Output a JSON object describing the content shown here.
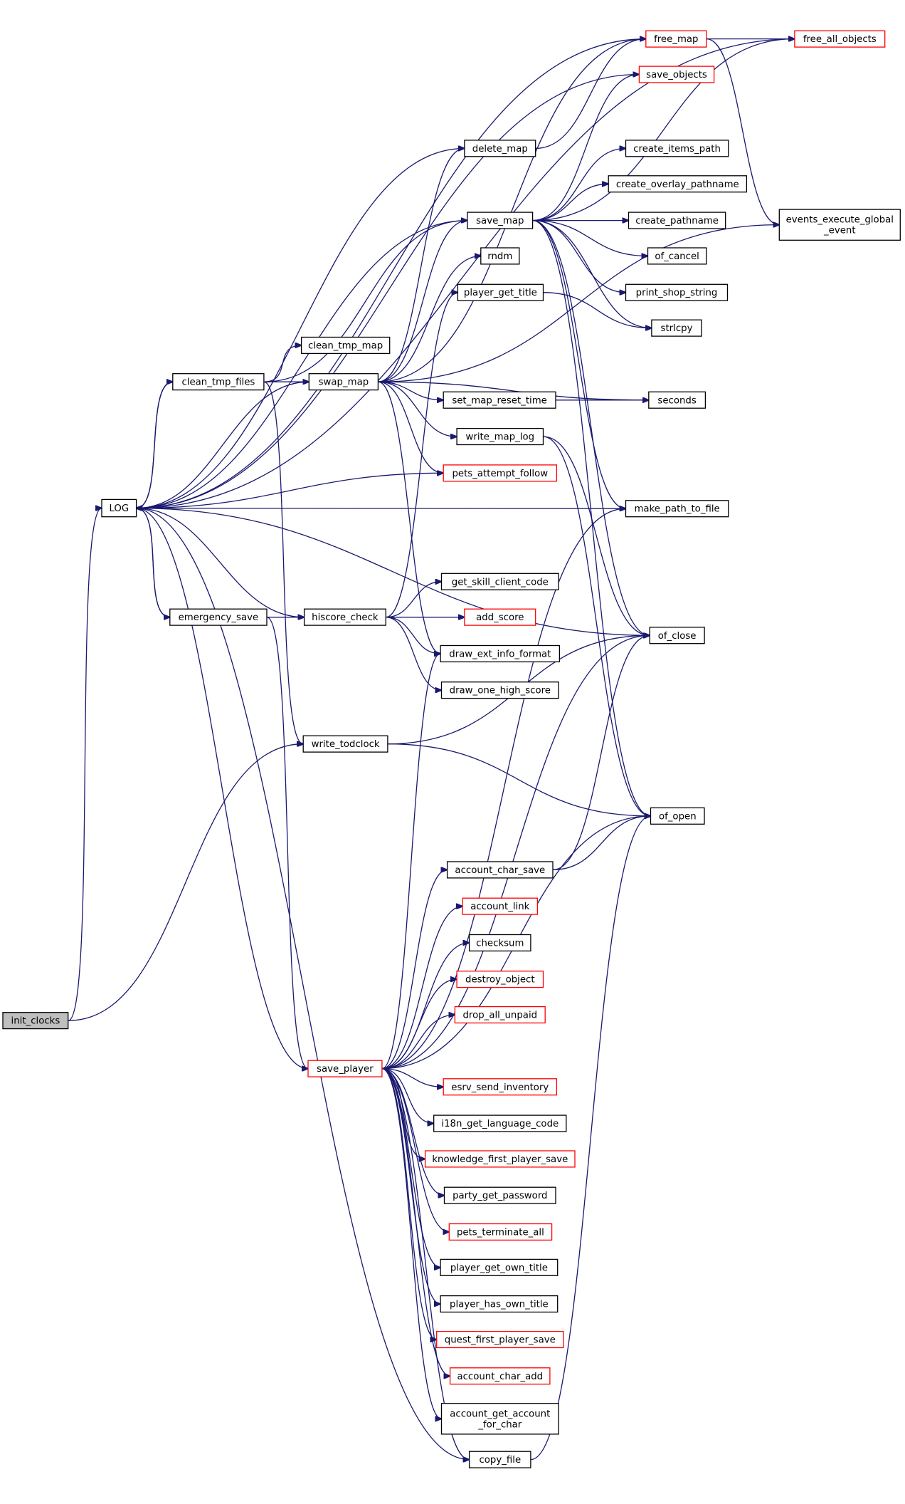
{
  "nodes": [
    {
      "id": "init_clocks",
      "label": [
        "init_clocks"
      ],
      "style": "root"
    },
    {
      "id": "LOG",
      "label": [
        "LOG"
      ],
      "style": "normal"
    },
    {
      "id": "write_todclock",
      "label": [
        "write_todclock"
      ],
      "style": "normal"
    },
    {
      "id": "clean_tmp_files",
      "label": [
        "clean_tmp_files"
      ],
      "style": "normal"
    },
    {
      "id": "emergency_save",
      "label": [
        "emergency_save"
      ],
      "style": "normal"
    },
    {
      "id": "save_player",
      "label": [
        "save_player"
      ],
      "style": "red"
    },
    {
      "id": "swap_map",
      "label": [
        "swap_map"
      ],
      "style": "normal"
    },
    {
      "id": "clean_tmp_map",
      "label": [
        "clean_tmp_map"
      ],
      "style": "normal"
    },
    {
      "id": "hiscore_check",
      "label": [
        "hiscore_check"
      ],
      "style": "normal"
    },
    {
      "id": "delete_map",
      "label": [
        "delete_map"
      ],
      "style": "normal"
    },
    {
      "id": "save_map",
      "label": [
        "save_map"
      ],
      "style": "normal"
    },
    {
      "id": "rndm",
      "label": [
        "rndm"
      ],
      "style": "normal"
    },
    {
      "id": "player_get_title",
      "label": [
        "player_get_title"
      ],
      "style": "normal"
    },
    {
      "id": "set_map_reset_time",
      "label": [
        "set_map_reset_time"
      ],
      "style": "normal"
    },
    {
      "id": "write_map_log",
      "label": [
        "write_map_log"
      ],
      "style": "normal"
    },
    {
      "id": "pets_attempt_follow",
      "label": [
        "pets_attempt_follow"
      ],
      "style": "red"
    },
    {
      "id": "get_skill_client_code",
      "label": [
        "get_skill_client_code"
      ],
      "style": "normal"
    },
    {
      "id": "add_score",
      "label": [
        "add_score"
      ],
      "style": "red"
    },
    {
      "id": "draw_ext_info_format",
      "label": [
        "draw_ext_info_format"
      ],
      "style": "normal"
    },
    {
      "id": "draw_one_high_score",
      "label": [
        "draw_one_high_score"
      ],
      "style": "normal"
    },
    {
      "id": "account_char_save",
      "label": [
        "account_char_save"
      ],
      "style": "normal"
    },
    {
      "id": "account_link",
      "label": [
        "account_link"
      ],
      "style": "red"
    },
    {
      "id": "checksum",
      "label": [
        "checksum"
      ],
      "style": "normal"
    },
    {
      "id": "destroy_object",
      "label": [
        "destroy_object"
      ],
      "style": "red"
    },
    {
      "id": "drop_all_unpaid",
      "label": [
        "drop_all_unpaid"
      ],
      "style": "red"
    },
    {
      "id": "esrv_send_inventory",
      "label": [
        "esrv_send_inventory"
      ],
      "style": "red"
    },
    {
      "id": "i18n_get_language_code",
      "label": [
        "i18n_get_language_code"
      ],
      "style": "normal"
    },
    {
      "id": "knowledge_first_player_save",
      "label": [
        "knowledge_first_player_save"
      ],
      "style": "red"
    },
    {
      "id": "party_get_password",
      "label": [
        "party_get_password"
      ],
      "style": "normal"
    },
    {
      "id": "pets_terminate_all",
      "label": [
        "pets_terminate_all"
      ],
      "style": "red"
    },
    {
      "id": "player_get_own_title",
      "label": [
        "player_get_own_title"
      ],
      "style": "normal"
    },
    {
      "id": "player_has_own_title",
      "label": [
        "player_has_own_title"
      ],
      "style": "normal"
    },
    {
      "id": "quest_first_player_save",
      "label": [
        "quest_first_player_save"
      ],
      "style": "red"
    },
    {
      "id": "account_char_add",
      "label": [
        "account_char_add"
      ],
      "style": "red"
    },
    {
      "id": "account_get_account_for_char",
      "label": [
        "account_get_account",
        "_for_char"
      ],
      "style": "normal"
    },
    {
      "id": "copy_file",
      "label": [
        "copy_file"
      ],
      "style": "normal"
    },
    {
      "id": "free_map",
      "label": [
        "free_map"
      ],
      "style": "red"
    },
    {
      "id": "save_objects",
      "label": [
        "save_objects"
      ],
      "style": "red"
    },
    {
      "id": "create_items_path",
      "label": [
        "create_items_path"
      ],
      "style": "normal"
    },
    {
      "id": "create_overlay_pathname",
      "label": [
        "create_overlay_pathname"
      ],
      "style": "normal"
    },
    {
      "id": "create_pathname",
      "label": [
        "create_pathname"
      ],
      "style": "normal"
    },
    {
      "id": "of_cancel",
      "label": [
        "of_cancel"
      ],
      "style": "normal"
    },
    {
      "id": "print_shop_string",
      "label": [
        "print_shop_string"
      ],
      "style": "normal"
    },
    {
      "id": "strlcpy",
      "label": [
        "strlcpy"
      ],
      "style": "normal"
    },
    {
      "id": "seconds",
      "label": [
        "seconds"
      ],
      "style": "normal"
    },
    {
      "id": "make_path_to_file",
      "label": [
        "make_path_to_file"
      ],
      "style": "normal"
    },
    {
      "id": "of_close",
      "label": [
        "of_close"
      ],
      "style": "normal"
    },
    {
      "id": "of_open",
      "label": [
        "of_open"
      ],
      "style": "normal"
    },
    {
      "id": "free_all_objects",
      "label": [
        "free_all_objects"
      ],
      "style": "red"
    },
    {
      "id": "events_execute_global_event",
      "label": [
        "events_execute_global",
        "_event"
      ],
      "style": "normal"
    }
  ],
  "edges": [
    [
      "init_clocks",
      "LOG"
    ],
    [
      "init_clocks",
      "write_todclock"
    ],
    [
      "write_todclock",
      "of_close"
    ],
    [
      "write_todclock",
      "of_open"
    ],
    [
      "LOG",
      "clean_tmp_files"
    ],
    [
      "LOG",
      "emergency_save"
    ],
    [
      "clean_tmp_files",
      "LOG"
    ],
    [
      "clean_tmp_files",
      "clean_tmp_map"
    ],
    [
      "clean_tmp_files",
      "swap_map"
    ],
    [
      "clean_tmp_files",
      "write_todclock"
    ],
    [
      "clean_tmp_files",
      "save_map"
    ],
    [
      "emergency_save",
      "LOG"
    ],
    [
      "emergency_save",
      "hiscore_check"
    ],
    [
      "emergency_save",
      "save_player"
    ],
    [
      "swap_map",
      "LOG"
    ],
    [
      "swap_map",
      "delete_map"
    ],
    [
      "swap_map",
      "save_map"
    ],
    [
      "swap_map",
      "rndm"
    ],
    [
      "swap_map",
      "set_map_reset_time"
    ],
    [
      "swap_map",
      "write_map_log"
    ],
    [
      "swap_map",
      "pets_attempt_follow"
    ],
    [
      "swap_map",
      "seconds"
    ],
    [
      "swap_map",
      "draw_ext_info_format"
    ],
    [
      "swap_map",
      "events_execute_global_event"
    ],
    [
      "swap_map",
      "free_map"
    ],
    [
      "hiscore_check",
      "LOG"
    ],
    [
      "hiscore_check",
      "player_get_title"
    ],
    [
      "hiscore_check",
      "get_skill_client_code"
    ],
    [
      "hiscore_check",
      "add_score"
    ],
    [
      "hiscore_check",
      "draw_ext_info_format"
    ],
    [
      "hiscore_check",
      "draw_one_high_score"
    ],
    [
      "delete_map",
      "LOG"
    ],
    [
      "delete_map",
      "free_map"
    ],
    [
      "save_map",
      "LOG"
    ],
    [
      "save_map",
      "save_objects"
    ],
    [
      "save_map",
      "create_items_path"
    ],
    [
      "save_map",
      "create_overlay_pathname"
    ],
    [
      "save_map",
      "create_pathname"
    ],
    [
      "save_map",
      "of_cancel"
    ],
    [
      "save_map",
      "print_shop_string"
    ],
    [
      "save_map",
      "strlcpy"
    ],
    [
      "save_map",
      "make_path_to_file"
    ],
    [
      "save_map",
      "of_close"
    ],
    [
      "save_map",
      "of_open"
    ],
    [
      "save_map",
      "free_all_objects"
    ],
    [
      "player_get_title",
      "strlcpy"
    ],
    [
      "set_map_reset_time",
      "seconds"
    ],
    [
      "write_map_log",
      "of_close"
    ],
    [
      "write_map_log",
      "of_open"
    ],
    [
      "pets_attempt_follow",
      "LOG"
    ],
    [
      "free_map",
      "LOG"
    ],
    [
      "free_map",
      "free_all_objects"
    ],
    [
      "free_map",
      "events_execute_global_event"
    ],
    [
      "free_all_objects",
      "LOG"
    ],
    [
      "save_objects",
      "LOG"
    ],
    [
      "make_path_to_file",
      "LOG"
    ],
    [
      "of_close",
      "LOG"
    ],
    [
      "account_char_save",
      "of_close"
    ],
    [
      "account_char_save",
      "of_open"
    ],
    [
      "save_player",
      "LOG"
    ],
    [
      "save_player",
      "draw_ext_info_format"
    ],
    [
      "save_player",
      "make_path_to_file"
    ],
    [
      "save_player",
      "of_close"
    ],
    [
      "save_player",
      "of_open"
    ],
    [
      "save_player",
      "account_char_save"
    ],
    [
      "save_player",
      "account_link"
    ],
    [
      "save_player",
      "checksum"
    ],
    [
      "save_player",
      "destroy_object"
    ],
    [
      "save_player",
      "drop_all_unpaid"
    ],
    [
      "save_player",
      "esrv_send_inventory"
    ],
    [
      "save_player",
      "i18n_get_language_code"
    ],
    [
      "save_player",
      "knowledge_first_player_save"
    ],
    [
      "save_player",
      "party_get_password"
    ],
    [
      "save_player",
      "pets_terminate_all"
    ],
    [
      "save_player",
      "player_get_own_title"
    ],
    [
      "save_player",
      "player_has_own_title"
    ],
    [
      "save_player",
      "quest_first_player_save"
    ],
    [
      "save_player",
      "account_char_add"
    ],
    [
      "save_player",
      "account_get_account_for_char"
    ],
    [
      "save_player",
      "copy_file"
    ],
    [
      "copy_file",
      "LOG"
    ],
    [
      "copy_file",
      "of_open"
    ]
  ]
}
